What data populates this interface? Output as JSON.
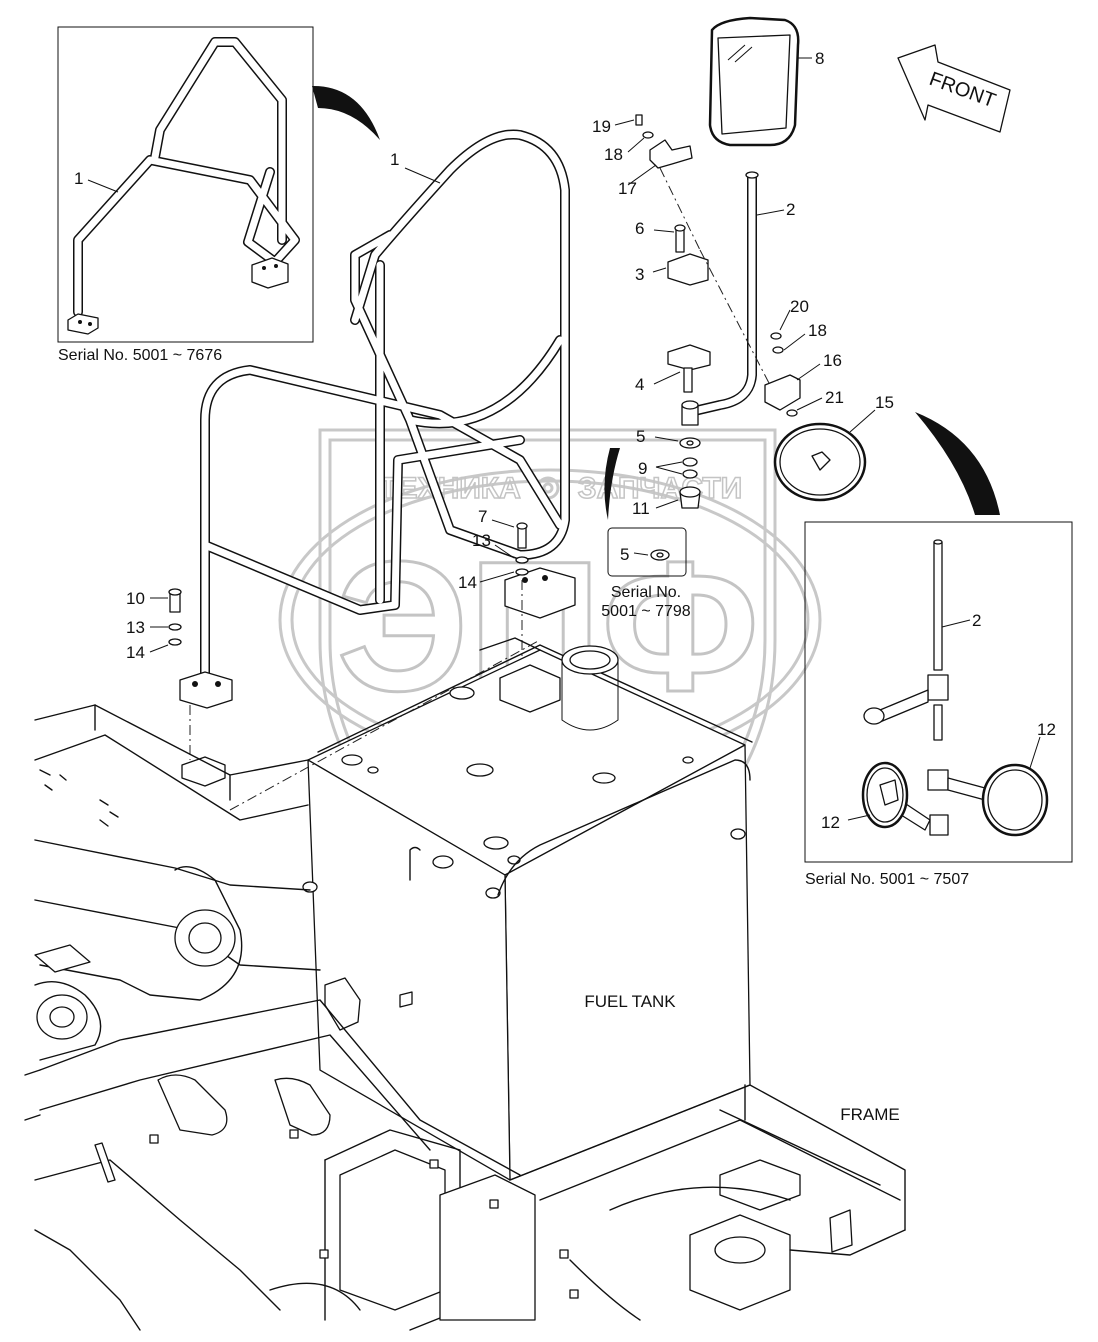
{
  "labels": {
    "front": "FRONT",
    "fuel_tank": "FUEL TANK",
    "frame": "FRAME",
    "serial_inset_left": "Serial No.  5001 ~ 7676",
    "serial_inset_right": "Serial No.  5001 ~ 7507",
    "serial_small_line1": "Serial No.",
    "serial_small_line2": "5001 ~ 7798"
  },
  "watermark": {
    "left_text": "ТЕХНИКА",
    "right_text": "ЗАПЧАСТИ",
    "letters": "ЭПФ"
  },
  "callouts": {
    "c1_inset": "1",
    "c1_main": "1",
    "c2_main": "2",
    "c2_inset": "2",
    "c3": "3",
    "c4": "4",
    "c5_main": "5",
    "c5_box": "5",
    "c6": "6",
    "c7": "7",
    "c8": "8",
    "c9": "9",
    "c10": "10",
    "c11": "11",
    "c12_top": "12",
    "c12_left": "12",
    "c13_mid": "13",
    "c13_left": "13",
    "c14_mid": "14",
    "c14_left": "14",
    "c15": "15",
    "c16": "16",
    "c17": "17",
    "c18_top": "18",
    "c18_right": "18",
    "c19": "19",
    "c20": "20",
    "c21": "21"
  }
}
